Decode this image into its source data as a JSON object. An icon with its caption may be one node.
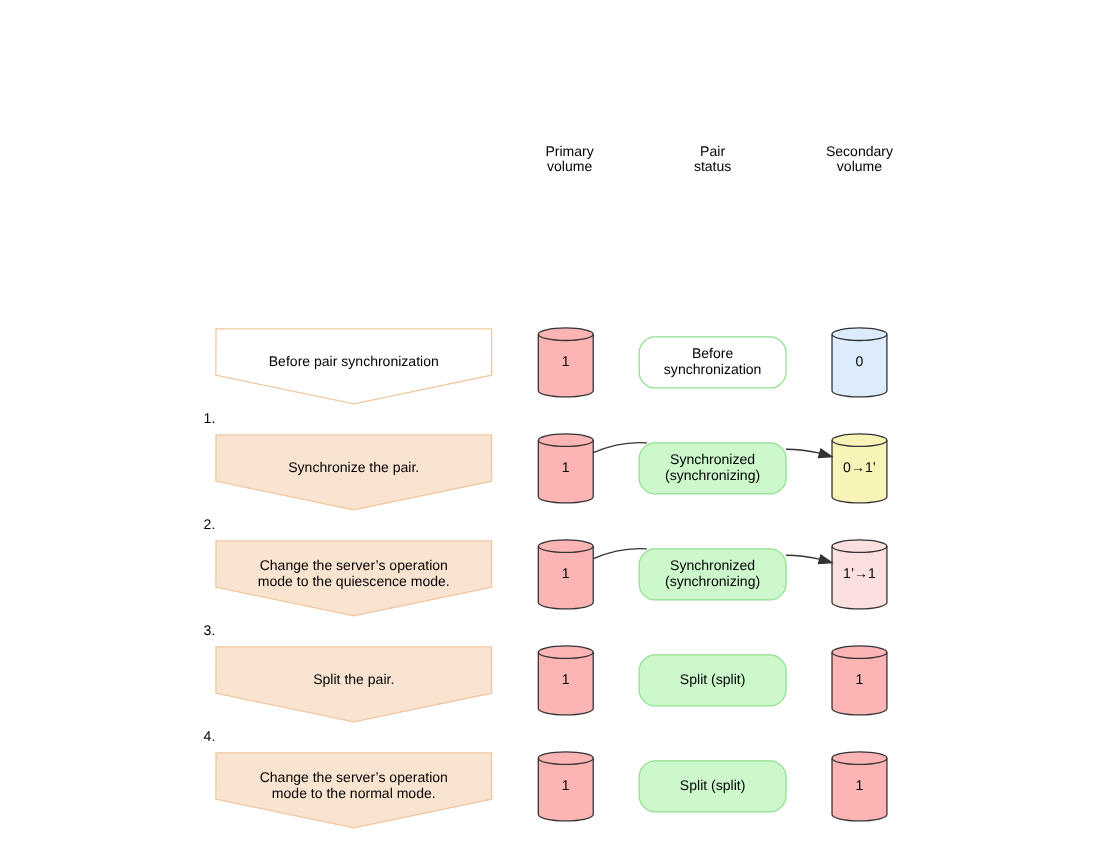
{
  "diagram": {
    "nodes": [
      {
        "text": [
          "Before pair synchronization"
        ]
      },
      {
        "text": [
          "1"
        ]
      },
      {
        "text": [
          "Before synchronization"
        ]
      },
      {
        "text": [
          "0"
        ]
      },
      {
        "text": [
          "Synchronize the pair."
        ],
        "beside": [
          "1."
        ]
      },
      {
        "text": [
          "1"
        ]
      },
      {
        "text": [
          "Synchronized (synchronizing)"
        ]
      },
      {
        "text": [
          "0→1’"
        ]
      },
      {
        "text": [
          "Change the server’s operation mode to the quiescence mode."
        ],
        "beside": [
          "2."
        ]
      },
      {
        "text": [
          "1"
        ]
      },
      {
        "text": [
          "Synchronized (synchronizing)"
        ]
      },
      {
        "text": [
          "1’→1"
        ]
      },
      {
        "text": [
          "Split the pair."
        ],
        "beside": [
          "3."
        ]
      },
      {
        "text": [
          "1"
        ]
      },
      {
        "text": [
          "Split (split)"
        ]
      },
      {
        "text": [
          "1"
        ]
      },
      {
        "text": [
          "Change the server’s operation mode to the normal mode."
        ],
        "beside": [
          "4."
        ]
      },
      {
        "text": [
          "1"
        ]
      },
      {
        "text": [
          "Split (split)"
        ]
      },
      {
        "text": [
          "1"
        ]
      }
    ],
    "edges": [
      {
        "from": 5,
        "to": 6,
        "arrow": "none"
      },
      {
        "from": 6,
        "to": 7,
        "arrow": "to"
      },
      {
        "from": 9,
        "to": 10,
        "arrow": "none"
      },
      {
        "from": 10,
        "to": 11,
        "arrow": "to"
      }
    ],
    "labels": [
      "Primary volume",
      "Pair status",
      "Secondary volume"
    ]
  }
}
